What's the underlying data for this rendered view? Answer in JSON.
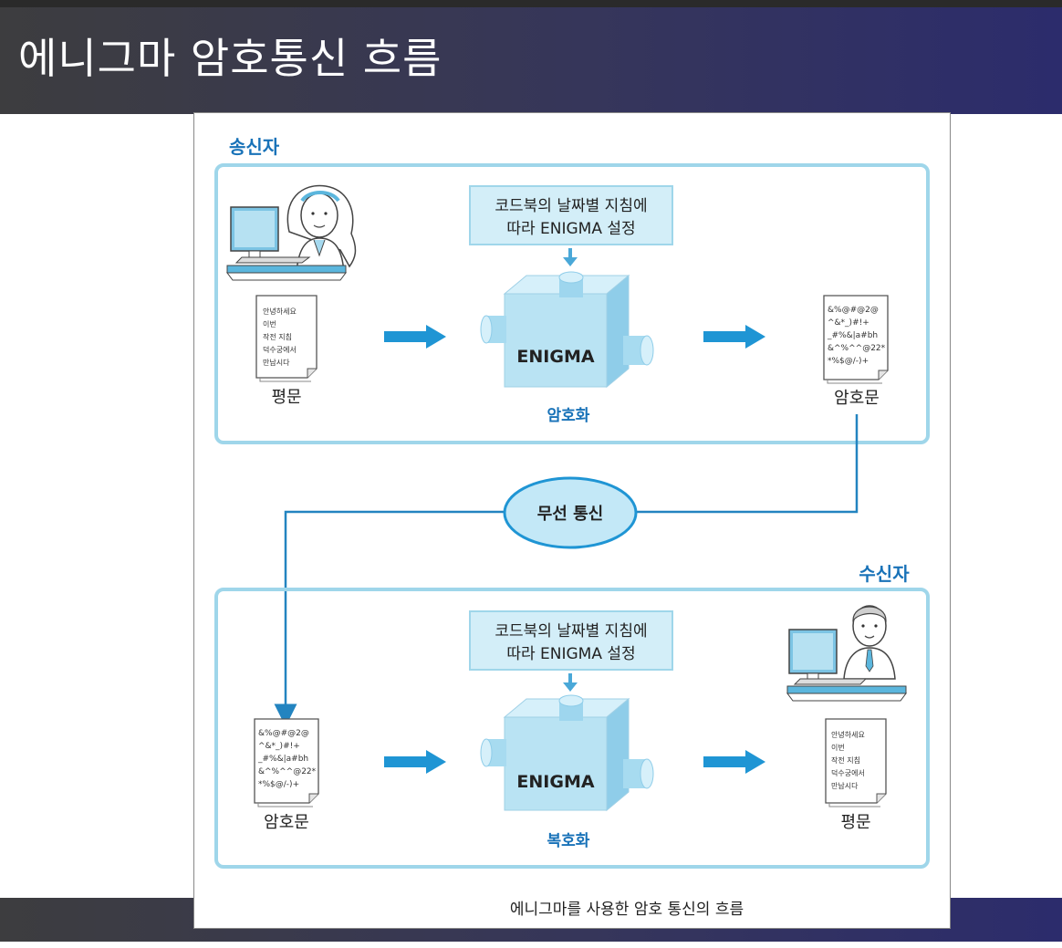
{
  "slide": {
    "title": "에니그마 암호통신 흐름"
  },
  "figure": {
    "caption": "에니그마를 사용한 암호 통신의 흐름",
    "sender": {
      "label": "송신자",
      "instruction_line1": "코드북의 날짜별 지침에",
      "instruction_line2": "따라 ENIGMA 설정",
      "machine_label": "ENIGMA",
      "process_label": "암호화",
      "input_label": "평문",
      "output_label": "암호문"
    },
    "channel": {
      "label": "무선 통신"
    },
    "receiver": {
      "label": "수신자",
      "instruction_line1": "코드북의 날짜별 지침에",
      "instruction_line2": "따라 ENIGMA 설정",
      "machine_label": "ENIGMA",
      "process_label": "복호화",
      "input_label": "암호문",
      "output_label": "평문"
    },
    "documents": {
      "plaintext_lines": [
        "안녕하세요",
        "이번",
        "작전 지침",
        "덕수궁에서",
        "만납시다"
      ],
      "ciphertext_lines": [
        "&%@#@2@",
        "^&*_)#!+",
        "_#%&|a#bh",
        "&^%^^@22*",
        "*%$@/-)+"
      ]
    },
    "colors": {
      "box_border": "#9fd6ea",
      "instruction_fill": "#d3eef8",
      "machine_fill": "#b9e3f3",
      "arrow": "#1f95d4",
      "label_blue": "#1872b8",
      "connector": "#2384c0"
    }
  }
}
